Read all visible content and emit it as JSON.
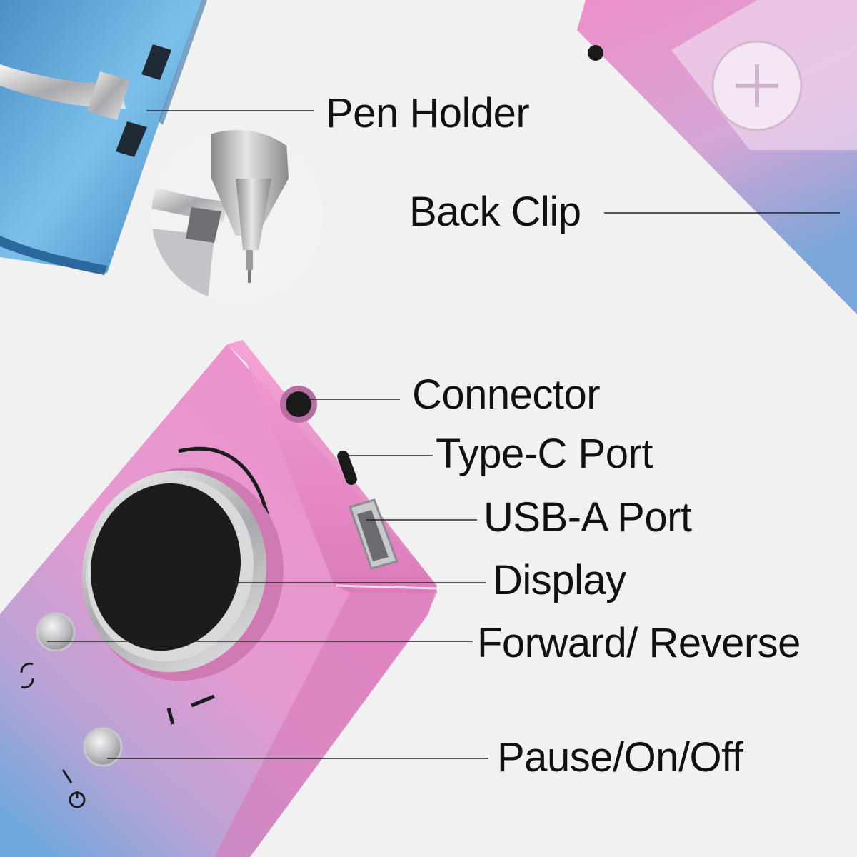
{
  "labels": {
    "pen_holder": "Pen Holder",
    "back_clip": "Back Clip",
    "connector": "Connector",
    "type_c_port": "Type-C Port",
    "usb_a_port": "USB-A Port",
    "display": "Display",
    "forward_reverse": "Forward/ Reverse",
    "pause_on_off": "Pause/On/Off"
  },
  "colors": {
    "background": "#f1f1f1",
    "device_pink": "#e58fc6",
    "device_blue": "#5aa8d8",
    "display_black": "#1c1c1e",
    "label_text": "#111111",
    "leader_line": "#222222"
  },
  "icons": {
    "rotate": "forward-reverse-icon",
    "power": "pause-power-icon"
  }
}
